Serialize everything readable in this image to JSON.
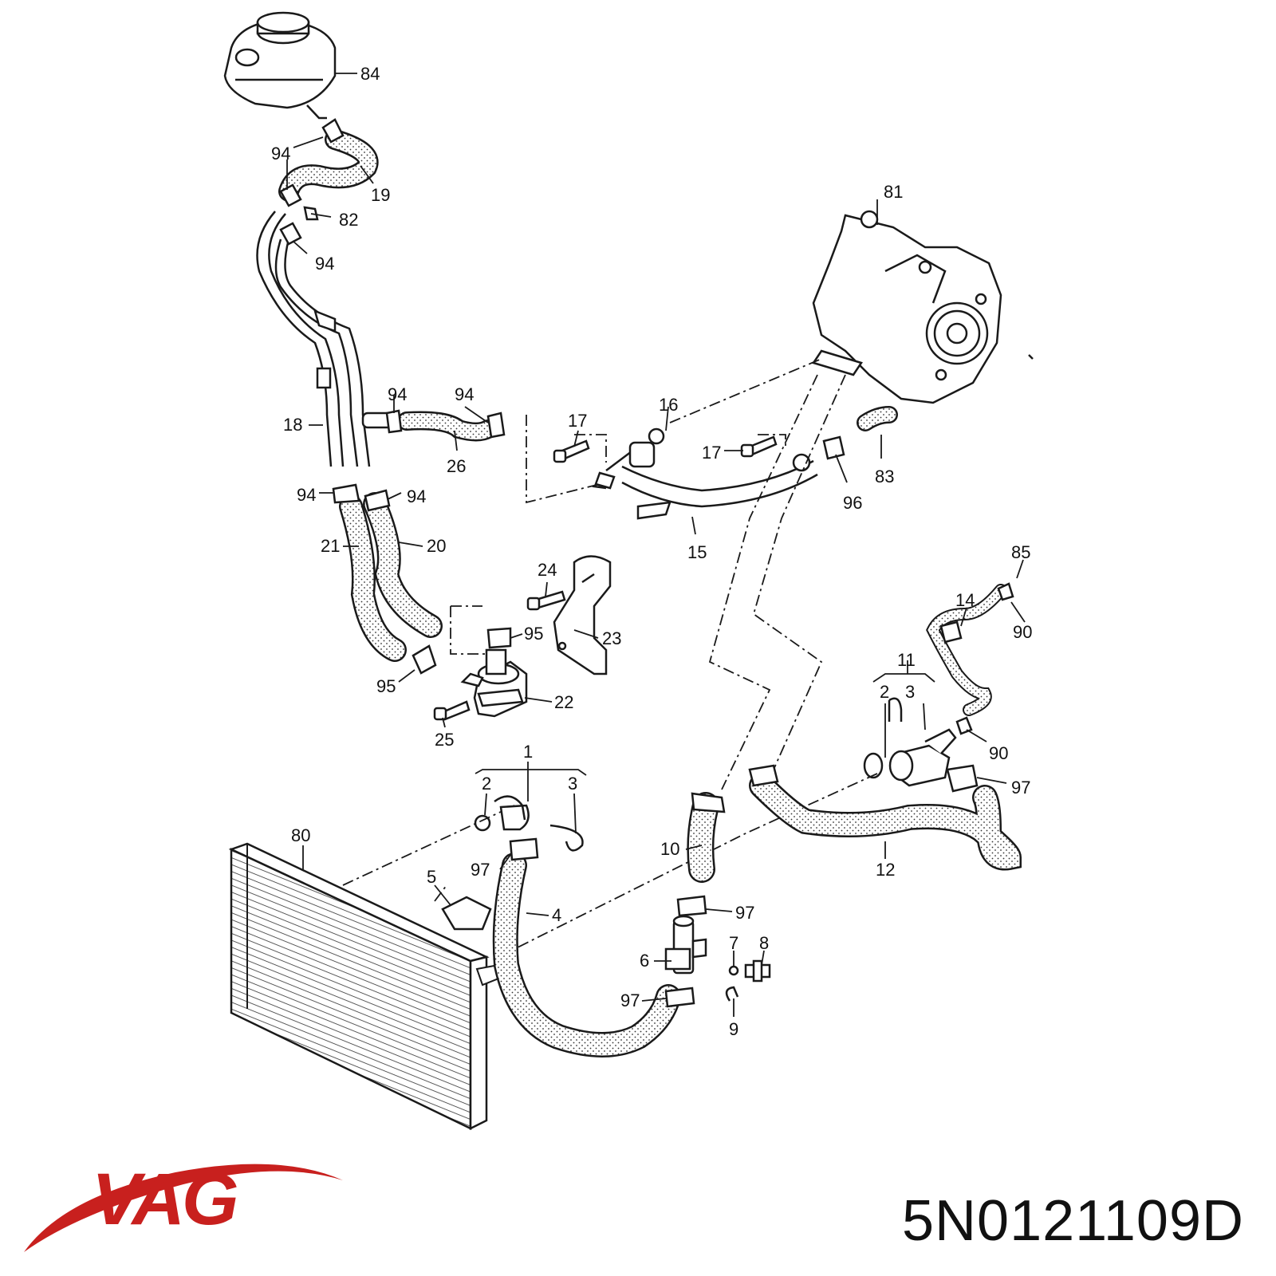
{
  "brand": {
    "logo_text": "VAG",
    "logo_color": "#c8201e"
  },
  "part_number": "5N0121109D",
  "diagram": {
    "line_color": "#1a1a1a",
    "callouts": {
      "c84": "84",
      "c94a": "94",
      "c19": "19",
      "c94b": "94",
      "c82": "82",
      "c94c": "94",
      "c81": "81",
      "c18": "18",
      "c94d": "94",
      "c94e": "94",
      "c26": "26",
      "c17a": "17",
      "c16": "16",
      "c17b": "17",
      "c83": "83",
      "c96": "96",
      "c94f": "94",
      "c94g": "94",
      "c15": "15",
      "c21": "21",
      "c20": "20",
      "c24": "24",
      "c23": "23",
      "c95a": "95",
      "c95b": "95",
      "c22": "22",
      "c25": "25",
      "c85": "85",
      "c14": "14",
      "c90a": "90",
      "c11": "11",
      "c2b": "2",
      "c3b": "3",
      "c90b": "90",
      "c97a": "97",
      "c1": "1",
      "c2a": "2",
      "c3a": "3",
      "c80": "80",
      "c10": "10",
      "c12": "12",
      "c97b": "97",
      "c5": "5",
      "c4": "4",
      "c97c": "97",
      "c6": "6",
      "c7": "7",
      "c8": "8",
      "c97d": "97",
      "c9": "9"
    }
  }
}
